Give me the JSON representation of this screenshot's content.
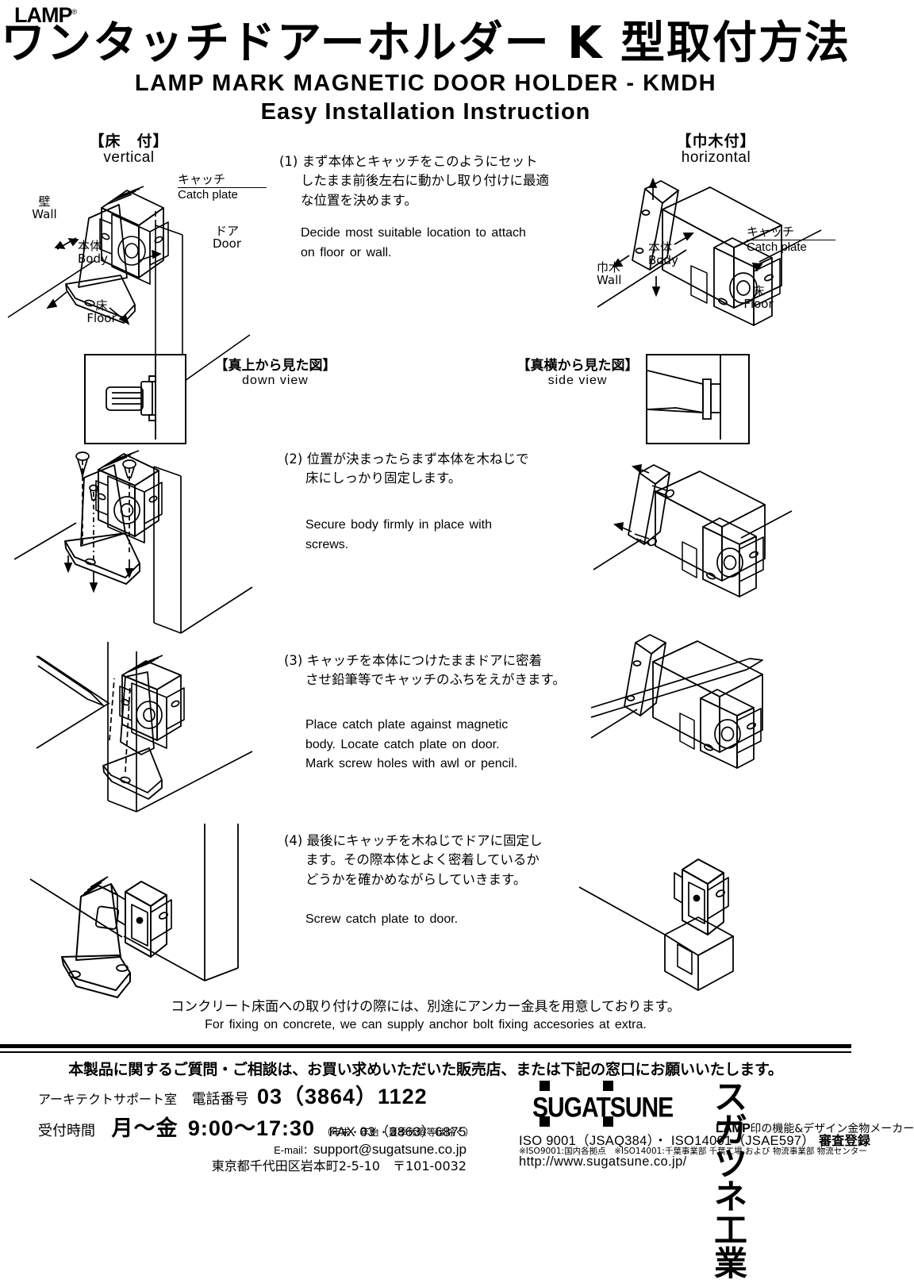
{
  "header": {
    "brand": "LAMP",
    "brand_mark": "®",
    "title_jp": "ワンタッチドアーホルダー K 型取付方法",
    "title_en_line1": "LAMP MARK MAGNETIC DOOR HOLDER - KMDH",
    "title_en_line2": "Easy Installation Instruction"
  },
  "diagrams": {
    "vertical": {
      "heading_jp": "【床　付】",
      "heading_en": "vertical",
      "labels": {
        "wall_jp": "壁",
        "wall_en": "Wall",
        "body_jp": "本体",
        "body_en": "Body",
        "floor_jp": "床",
        "floor_en": "Floor",
        "catch_jp": "キャッチ",
        "catch_en": "Catch plate",
        "door_jp": "ドア",
        "door_en": "Door"
      }
    },
    "horizontal": {
      "heading_jp": "【巾木付】",
      "heading_en": "horizontal",
      "labels": {
        "wall_jp": "巾木",
        "wall_en": "Wall",
        "body_jp": "本体",
        "body_en": "Body",
        "floor_jp": "床",
        "floor_en": "Floor",
        "catch_jp": "キャッチ",
        "catch_en": "Catch plate"
      }
    },
    "down_view": {
      "label_jp": "【真上から見た図】",
      "label_en": "down view"
    },
    "side_view": {
      "label_jp": "【真横から見た図】",
      "label_en": "side view"
    }
  },
  "steps": [
    {
      "number": "(1)",
      "jp_lines": [
        "まず本体とキャッチをこのようにセット",
        "したまま前後左右に動かし取り付けに最適",
        "な位置を決めます。"
      ],
      "en_lines": [
        "Decide most suitable location to attach",
        "on floor or wall."
      ]
    },
    {
      "number": "(2)",
      "jp_lines": [
        "位置が決まったらまず本体を木ねじで",
        "床にしっかり固定します。"
      ],
      "en_lines": [
        "Secure body firmly in place with",
        "screws."
      ]
    },
    {
      "number": "(3)",
      "jp_lines": [
        "キャッチを本体につけたままドアに密着",
        "させ鉛筆等でキャッチのふちをえがきます。"
      ],
      "en_lines": [
        "Place catch plate against magnetic",
        "body. Locate catch plate on door.",
        "Mark screw holes with awl or pencil."
      ]
    },
    {
      "number": "(4)",
      "jp_lines": [
        "最後にキャッチを木ねじでドアに固定し",
        "ます。その際本体とよく密着しているか",
        "どうかを確かめながらしていきます。"
      ],
      "en_lines": [
        "Screw catch plate to door."
      ]
    }
  ],
  "note": {
    "jp": "コンクリート床面への取り付けの際には、別途にアンカー金具を用意しております。",
    "en": "For fixing on concrete, we can supply anchor bolt fixing accesories at extra."
  },
  "footer": {
    "headline": "本製品に関するご質問・ご相談は、お買い求めいただいた販売店、または下記の窓口にお願いいたします。",
    "dept": "アーキテクトサポート室",
    "tel_label": "電話番号",
    "tel": "03（3864）1122",
    "hours_label": "受付時間",
    "hours_days": "月～金",
    "hours_time": "9:00～17:30",
    "hours_note": "（年末・年始・夏季休暇等は除く）",
    "fax": "FAX 03（3863）6875",
    "email_label": "E-mail：",
    "email": "support@sugatsune.co.jp",
    "address": "東京都千代田区岩本町2-5-10　〒101-0032",
    "company_mark": "SUGATSUNE",
    "company_jp": "スガツネ工業",
    "company_tagline_bold": "LAMP",
    "company_tagline": "印の機能&デザイン金物メーカー",
    "iso_line": "ISO 9001（JSAQ384）・ ISO14001（JSAE597）",
    "iso_suffix": "審査登録",
    "iso_small": "※ISO9001:国内各拠点　※ISO14001:千葉事業部 千葉工場 および 物流事業部 物流センター",
    "url": "http://www.sugatsune.co.jp/"
  },
  "colors": {
    "ink": "#000000",
    "paper": "#ffffff"
  }
}
